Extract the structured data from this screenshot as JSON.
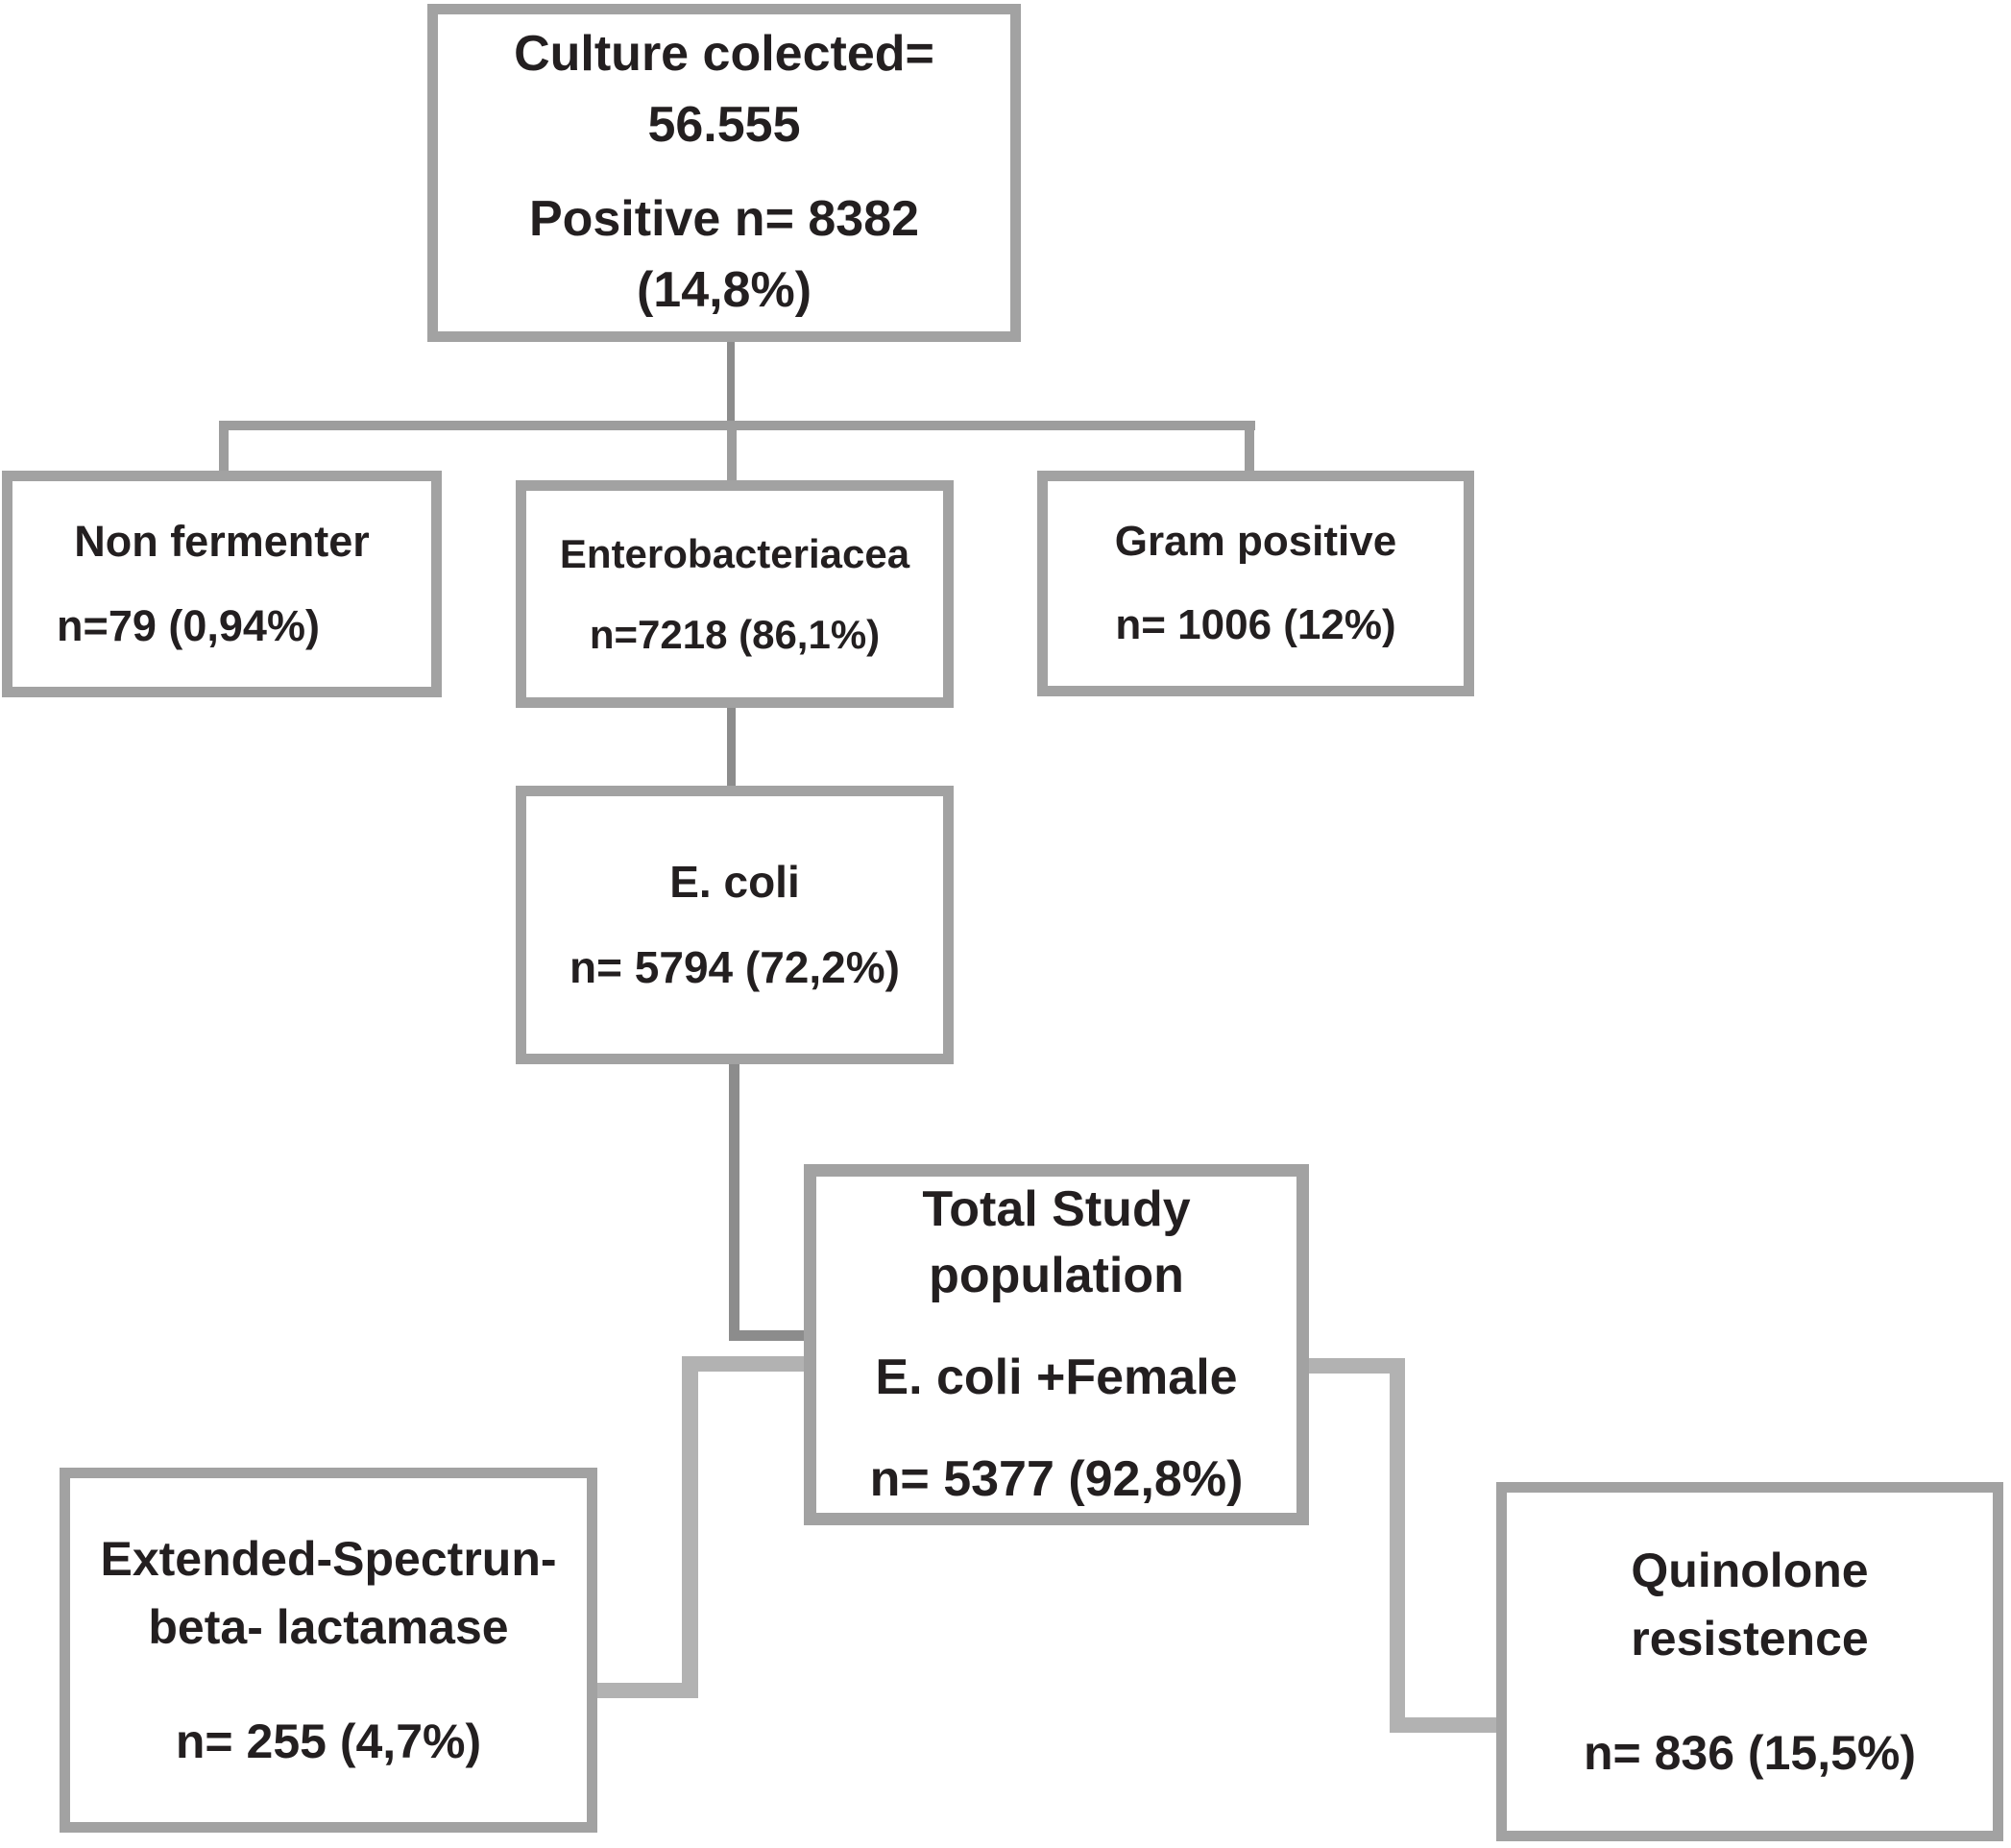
{
  "colors": {
    "background": "#ffffff",
    "box_border": "#a2a2a2",
    "connector_thin": "#8c8c8c",
    "connector_mid": "#9d9d9d",
    "connector_thick": "#b2b2b2",
    "text": "#231f20"
  },
  "nodes": {
    "culture_collected": {
      "lines": [
        "Culture colected=",
        "56.555",
        "Positive n= 8382",
        "(14,8%)"
      ]
    },
    "non_fermenter": {
      "lines": [
        "Non fermenter",
        "n=79 (0,94%)"
      ]
    },
    "enterobacteriacea": {
      "lines": [
        "Enterobacteriacea",
        "n=7218 (86,1%)"
      ]
    },
    "gram_positive": {
      "lines": [
        "Gram positive",
        "n= 1006 (12%)"
      ]
    },
    "e_coli": {
      "lines": [
        "E. coli",
        "n= 5794 (72,2%)"
      ]
    },
    "total_study_population": {
      "lines": [
        "Total Study",
        "population",
        "E. coli +Female",
        "n= 5377 (92,8%)"
      ]
    },
    "esbl": {
      "lines": [
        "Extended-Spectrun-",
        "beta- lactamase",
        "n= 255 (4,7%)"
      ]
    },
    "quinolone_resistance": {
      "lines": [
        "Quinolone",
        "resistence",
        "n= 836 (15,5%)"
      ]
    }
  }
}
